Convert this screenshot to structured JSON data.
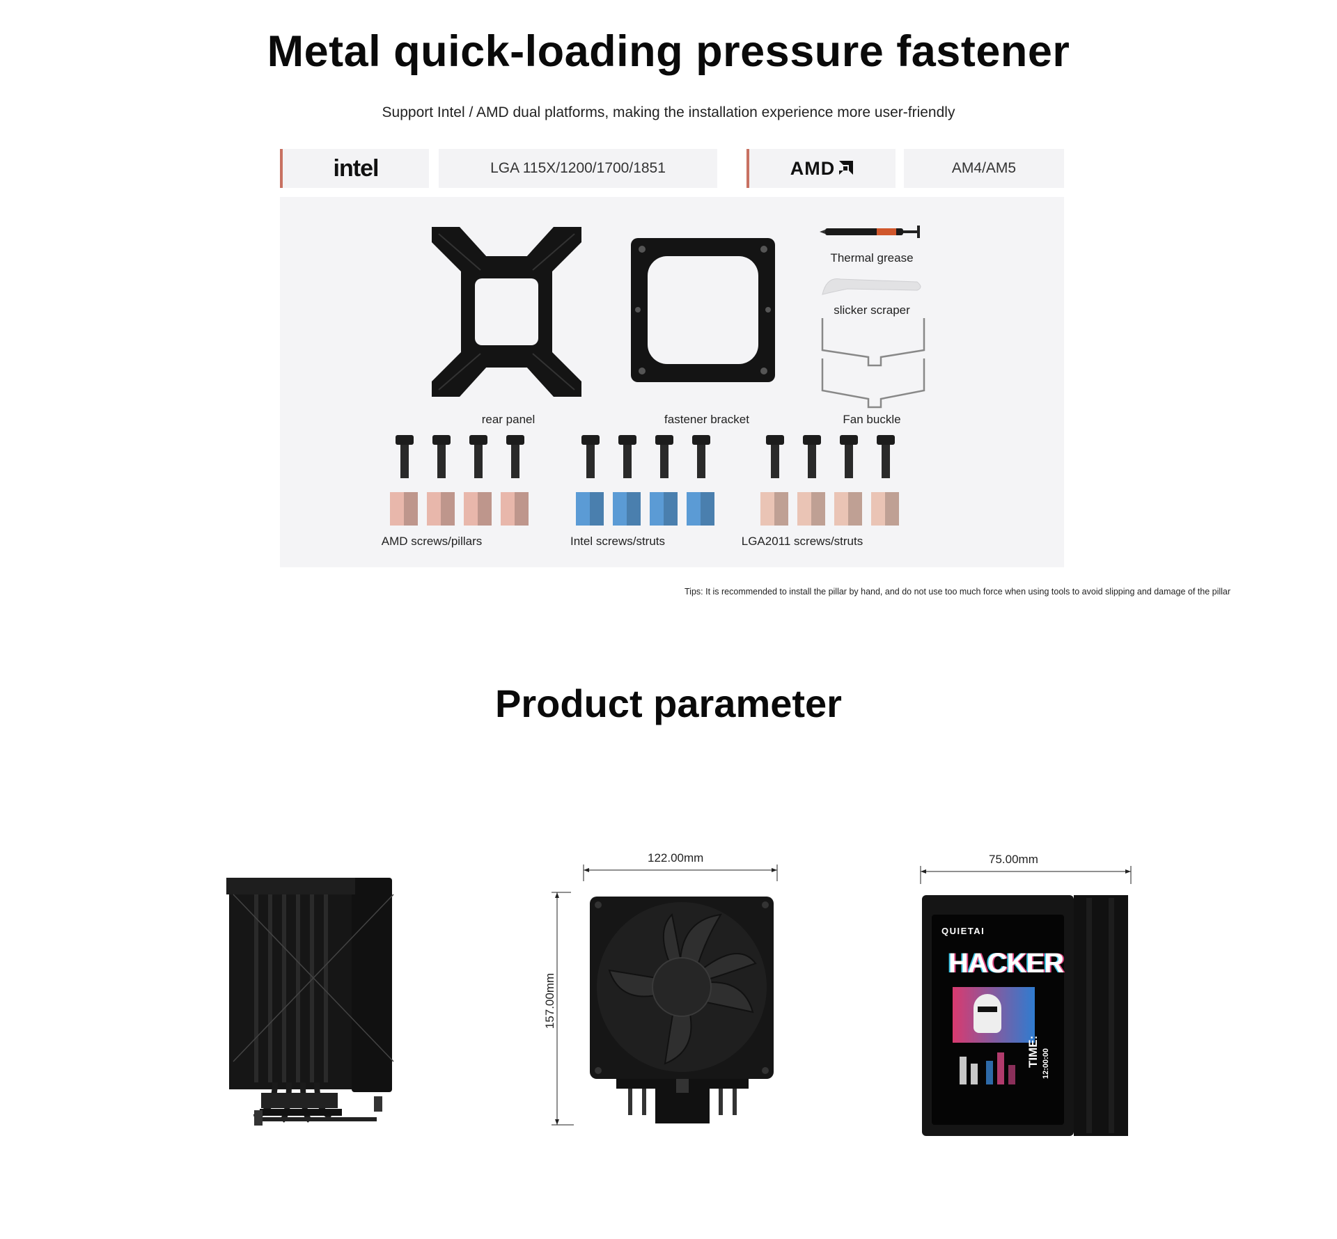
{
  "heading": "Metal quick-loading pressure fastener",
  "subheading": "Support Intel / AMD dual platforms, making the installation experience more user-friendly",
  "platforms": {
    "intel_logo": "intel",
    "intel_sockets": "LGA 115X/1200/1700/1851",
    "amd_logo": "AMD",
    "amd_sockets": "AM4/AM5"
  },
  "accessories": {
    "rear_panel": "rear panel",
    "fastener_bracket": "fastener bracket",
    "thermal_grease": "Thermal grease",
    "slicker_scraper": "slicker scraper",
    "fan_buckle": "Fan buckle",
    "amd_screws": "AMD screws/pillars",
    "intel_screws": "Intel screws/struts",
    "lga2011_screws": "LGA2011 screws/struts"
  },
  "tips": "Tips: It is recommended to install the pillar by hand, and do not use too much force when using tools to avoid slipping and damage of the pillar",
  "parameter_heading": "Product parameter",
  "dimensions": {
    "width": "122.00mm",
    "height": "157.00mm",
    "depth": "75.00mm"
  },
  "screen": {
    "brand": "QUIETAI",
    "headline": "HACKER",
    "time_label": "TIME:",
    "time_value": "12:00:00"
  },
  "colors": {
    "accent": "#c87162",
    "amd_pillar": "#e8b7ab",
    "intel_strut": "#5b9bd5",
    "lga_strut": "#eac4b5"
  }
}
